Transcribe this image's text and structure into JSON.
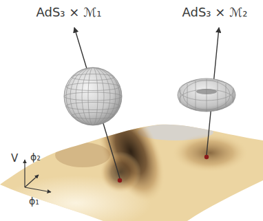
{
  "diagram": {
    "labels": [
      "AdS₃ × ℳ₁",
      "AdS₃ × ℳ₂",
      "V",
      "ϕ₂",
      "ϕ₁"
    ]
  }
}
